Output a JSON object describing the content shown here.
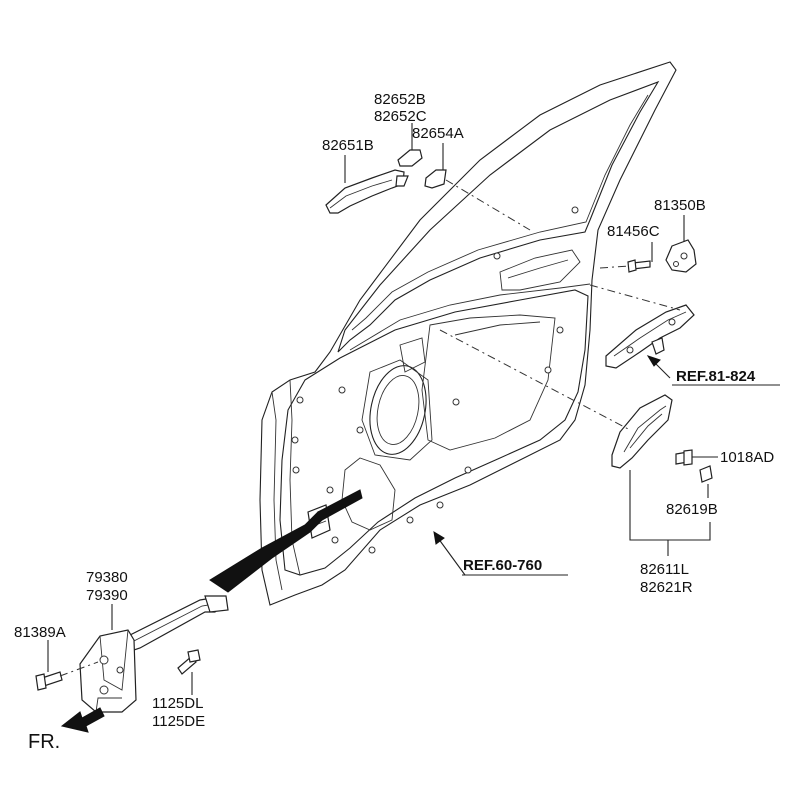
{
  "colors": {
    "ink": "#111111",
    "background": "#ffffff"
  },
  "parts": {
    "p82652B": "82652B",
    "p82652C": "82652C",
    "p82651B": "82651B",
    "p82654A": "82654A",
    "p81350B": "81350B",
    "p81456C": "81456C",
    "p1018AD": "1018AD",
    "p82619B": "82619B",
    "p82611L": "82611L",
    "p82621R": "82621R",
    "p79380": "79380",
    "p79390": "79390",
    "p81389A": "81389A",
    "p1125DL": "1125DL",
    "p1125DE": "1125DE"
  },
  "refs": {
    "ref_81_824": "REF.81-824",
    "ref_60_760": "REF.60-760"
  },
  "direction": {
    "label": "FR.",
    "icon": "arrow-left-down-icon"
  }
}
